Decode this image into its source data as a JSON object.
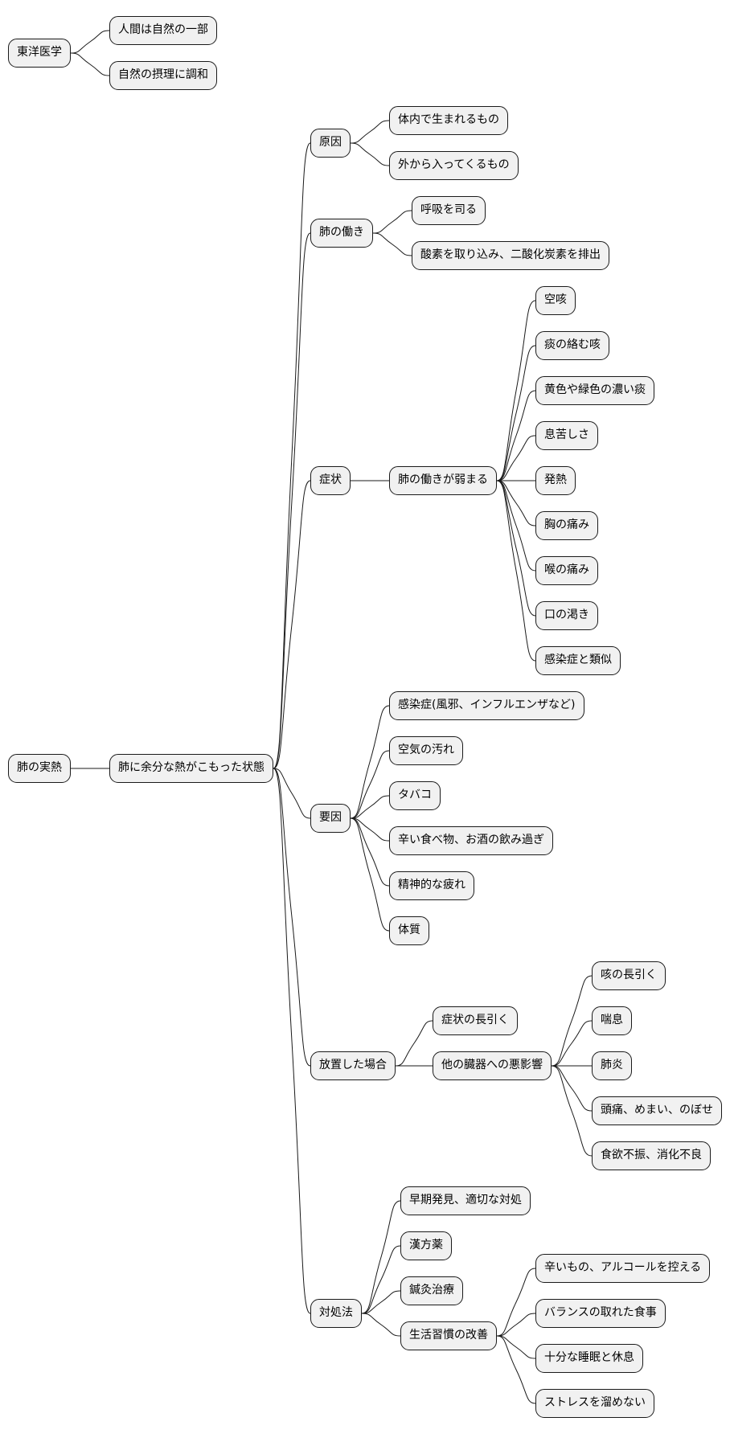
{
  "diagram": {
    "tree1": {
      "root": "東洋医学",
      "children": [
        "人間は自然の一部",
        "自然の摂理に調和"
      ]
    },
    "tree2": {
      "root": "肺の実熱",
      "state": "肺に余分な熱がこもった状態",
      "cause": {
        "label": "原因",
        "items": [
          "体内で生まれるもの",
          "外から入ってくるもの"
        ]
      },
      "function": {
        "label": "肺の働き",
        "items": [
          "呼吸を司る",
          "酸素を取り込み、二酸化炭素を排出"
        ]
      },
      "symptoms": {
        "label": "症状",
        "weak": "肺の働きが弱まる",
        "items": [
          "空咳",
          "痰の絡む咳",
          "黄色や緑色の濃い痰",
          "息苦しさ",
          "発熱",
          "胸の痛み",
          "喉の痛み",
          "口の渇き",
          "感染症と類似"
        ]
      },
      "factors": {
        "label": "要因",
        "items": [
          "感染症(風邪、インフルエンザなど)",
          "空気の汚れ",
          "タバコ",
          "辛い食べ物、お酒の飲み過ぎ",
          "精神的な疲れ",
          "体質"
        ]
      },
      "neglect": {
        "label": "放置した場合",
        "prolonged": "症状の長引く",
        "organs": "他の臓器への悪影響",
        "organ_items": [
          "咳の長引く",
          "喘息",
          "肺炎",
          "頭痛、めまい、のぼせ",
          "食欲不振、消化不良"
        ]
      },
      "remedy": {
        "label": "対処法",
        "items": [
          "早期発見、適切な対処",
          "漢方薬",
          "鍼灸治療"
        ],
        "lifestyle": "生活習慣の改善",
        "lifestyle_items": [
          "辛いもの、アルコールを控える",
          "バランスの取れた食事",
          "十分な睡眠と休息",
          "ストレスを溜めない"
        ]
      }
    }
  }
}
